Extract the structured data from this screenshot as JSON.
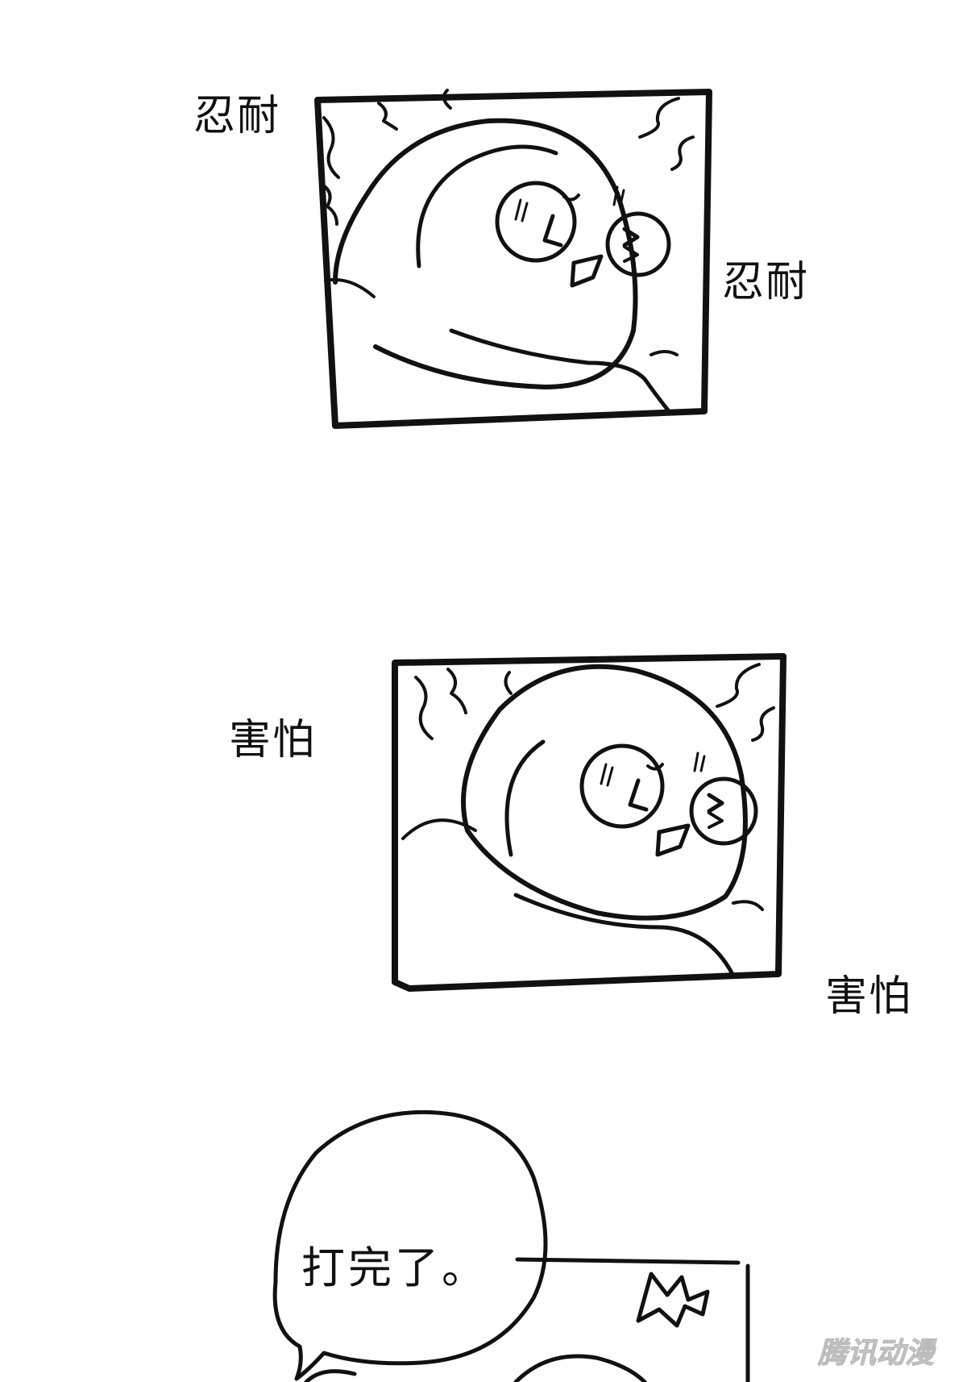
{
  "panel1": {
    "caption_left": "忍耐",
    "caption_right": "忍耐"
  },
  "panel2": {
    "caption_left": "害怕",
    "caption_right": "害怕"
  },
  "panel3": {
    "bubble_text": "打完了。"
  },
  "watermark": {
    "text": "腾讯动漫"
  },
  "colors": {
    "ink": "#111111",
    "paper": "#ffffff",
    "watermark": "#d9d9d9"
  }
}
